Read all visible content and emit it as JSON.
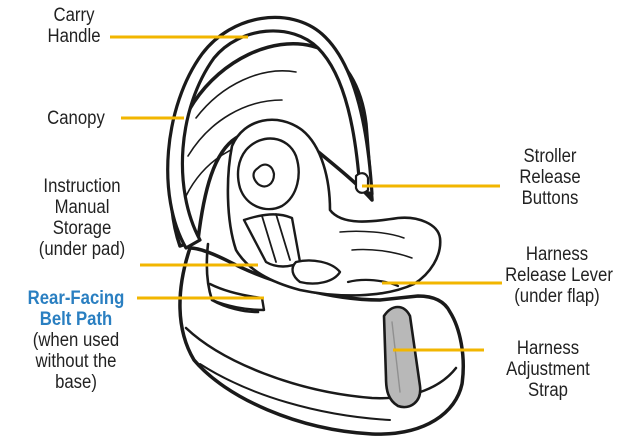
{
  "colors": {
    "leader": "#f2b600",
    "accent_text": "#2a7fc1",
    "text": "#222222",
    "outline": "#1a1a1a",
    "strap_fill": "#b8b8b8"
  },
  "labels": {
    "carry_handle": [
      "Carry",
      "Handle"
    ],
    "canopy": [
      "Canopy"
    ],
    "instruction_manual": [
      "Instruction",
      "Manual",
      "Storage",
      "(under pad)"
    ],
    "belt_path_title": [
      "Rear-Facing",
      "Belt Path"
    ],
    "belt_path_note": [
      "(when used",
      "without the",
      "base)"
    ],
    "stroller_release": [
      "Stroller",
      "Release",
      "Buttons"
    ],
    "harness_release": [
      "Harness",
      "Release Lever",
      "(under flap)"
    ],
    "harness_adjustment": [
      "Harness",
      "Adjustment",
      "Strap"
    ]
  }
}
